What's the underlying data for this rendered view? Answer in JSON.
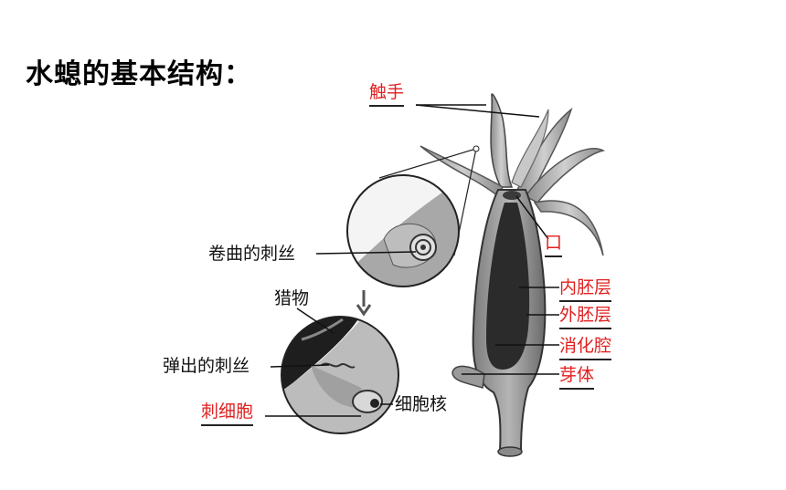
{
  "title": "水螅的基本结构：",
  "labels": {
    "tentacle": "触手",
    "mouth": "口",
    "endoderm": "内胚层",
    "ectoderm": "外胚层",
    "gastric_cavity": "消化腔",
    "bud": "芽体",
    "coiled_thread": "卷曲的刺丝",
    "prey": "猎物",
    "ejected_thread": "弹出的刺丝",
    "cnidocyte": "刺细胞",
    "nucleus": "细胞核"
  },
  "colors": {
    "highlight_label": "#e02020",
    "normal_label": "#111111",
    "body_dark": "#2b2b2b",
    "body_gray": "#9a9a9a"
  }
}
